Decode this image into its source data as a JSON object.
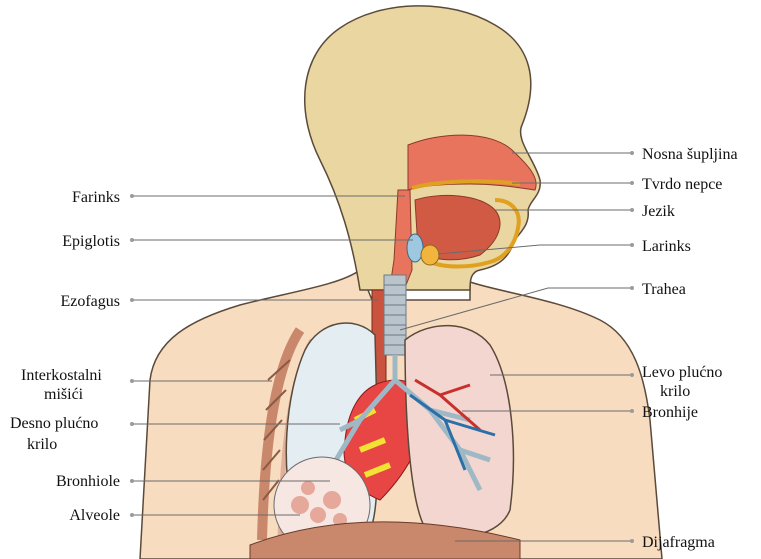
{
  "labels": {
    "nasal_cavity": "Nosna šupljina",
    "hard_palate": "Tvrdo nepce",
    "tongue": "Jezik",
    "larynx": "Larinks",
    "trachea": "Trahea",
    "left_lung_1": "Levo plućno",
    "left_lung_2": "krilo",
    "bronchi": "Bronhije",
    "diaphragm": "Dijafragma",
    "pharynx": "Farinks",
    "epiglottis": "Epiglotis",
    "esophagus": "Ezofagus",
    "intercostal_1": "Interkostalni",
    "intercostal_2": "mišići",
    "right_lung_1": "Desno plućno",
    "right_lung_2": "krilo",
    "bronchioles": "Bronhiole",
    "alveoli": "Alveole"
  },
  "colors": {
    "skin": "#f7dcc0",
    "skin_outline": "#5a4a3a",
    "head_area": "#ead6a0",
    "nasal": "#e8745e",
    "tongue": "#d05a44",
    "trachea": "#b9c4cc",
    "lung": "#f4d6d0",
    "heart": "#e84545",
    "vessel_blue": "#2a6fa8",
    "vessel_red": "#c8302c",
    "muscle": "#c9876b",
    "fat": "#f2e233"
  }
}
